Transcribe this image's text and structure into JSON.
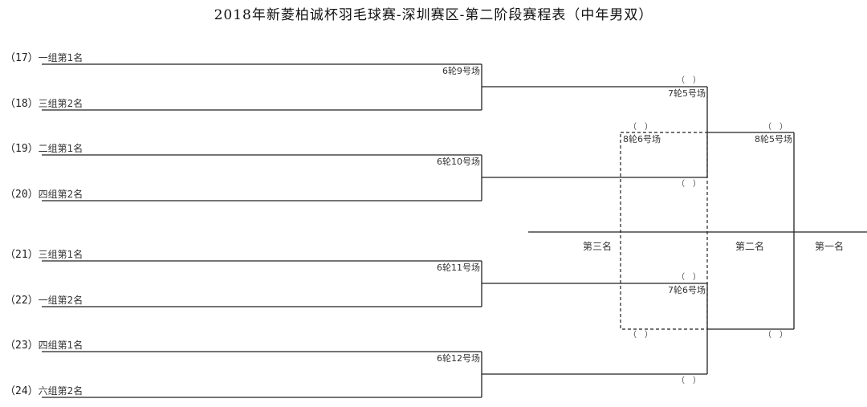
{
  "title": "2018年新菱柏诚杯羽毛球赛-深圳赛区-第二阶段赛程表（中年男双）",
  "seeds": [
    {
      "num": "（17）",
      "name": "一组第1名"
    },
    {
      "num": "（18）",
      "name": "三组第2名"
    },
    {
      "num": "（19）",
      "name": "二组第1名"
    },
    {
      "num": "（20）",
      "name": "四组第2名"
    },
    {
      "num": "（21）",
      "name": "三组第1名"
    },
    {
      "num": "（22）",
      "name": "一组第2名"
    },
    {
      "num": "（23）",
      "name": "四组第1名"
    },
    {
      "num": "（24）",
      "name": "六组第2名"
    }
  ],
  "matches": {
    "r6_m9": "6轮9号场",
    "r6_m10": "6轮10号场",
    "r6_m11": "6轮11号场",
    "r6_m12": "6轮12号场",
    "r7_m5": "7轮5号场",
    "r7_m6": "7轮6号场",
    "r8_m6": "8轮6号场",
    "r8_m5": "8轮5号场"
  },
  "slot_placeholder": "（　）",
  "ranks": {
    "third": "第三名",
    "second": "第二名",
    "first": "第一名"
  }
}
